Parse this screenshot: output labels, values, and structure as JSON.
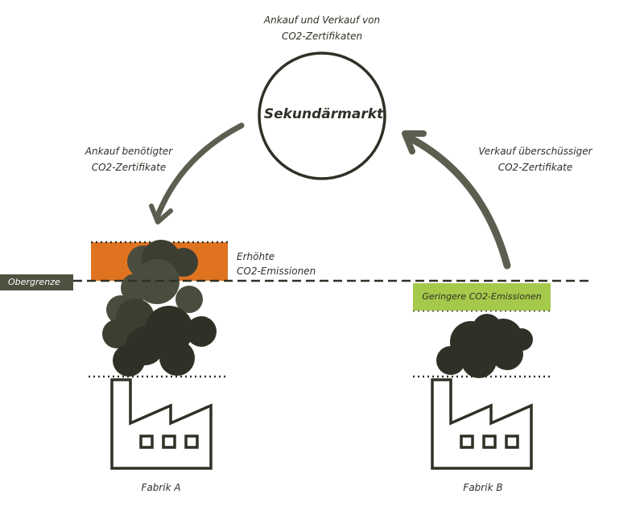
{
  "market": {
    "title": "Sekundärmarkt",
    "caption_line1": "Ankauf und Verkauf von",
    "caption_line2": "CO2-Zertifikaten"
  },
  "arrow_left_label": {
    "line1": "Ankauf benötigter",
    "line2": "CO2-Zertifikate"
  },
  "arrow_right_label": {
    "line1": "Verkauf überschüssiger",
    "line2": "CO2-Zertifikate"
  },
  "cap_label": "Obergrenze",
  "factory_a": {
    "name": "Fabrik A",
    "excess_label_line1": "Erhöhte",
    "excess_label_line2": "CO2-Emissionen"
  },
  "factory_b": {
    "name": "Fabrik B",
    "savings_label": "Geringere CO2-Emissionen"
  },
  "colors": {
    "ink": "#2f3127",
    "arrow": "#5c5e50",
    "smoke_dark": "#2f3127",
    "smoke_mid": "#4a4c3e",
    "excess": "#e07320",
    "savings": "#a5c94a",
    "cap_tag": "#4e5140"
  }
}
